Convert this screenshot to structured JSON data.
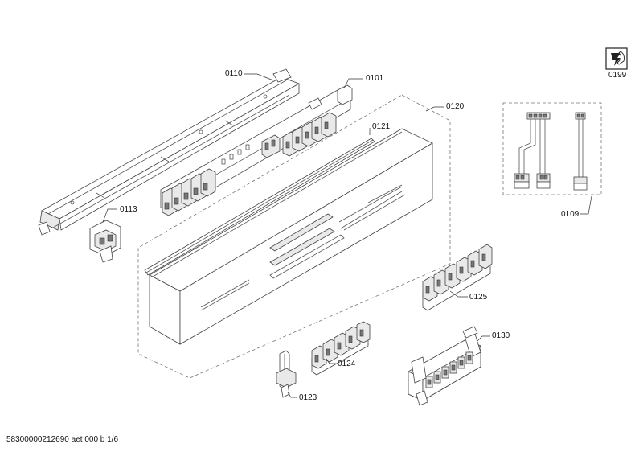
{
  "diagram": {
    "parts": [
      {
        "id": "p0110",
        "number": "0110"
      },
      {
        "id": "p0101",
        "number": "0101"
      },
      {
        "id": "p0120",
        "number": "0120"
      },
      {
        "id": "p0121",
        "number": "0121"
      },
      {
        "id": "p0113",
        "number": "0113"
      },
      {
        "id": "p0109",
        "number": "0109"
      },
      {
        "id": "p0199",
        "number": "0199"
      },
      {
        "id": "p0125",
        "number": "0125"
      },
      {
        "id": "p0130",
        "number": "0130"
      },
      {
        "id": "p0124",
        "number": "0124"
      },
      {
        "id": "p0123",
        "number": "0123"
      }
    ],
    "footer": "58300000212690 aet 000 b 1/6"
  }
}
